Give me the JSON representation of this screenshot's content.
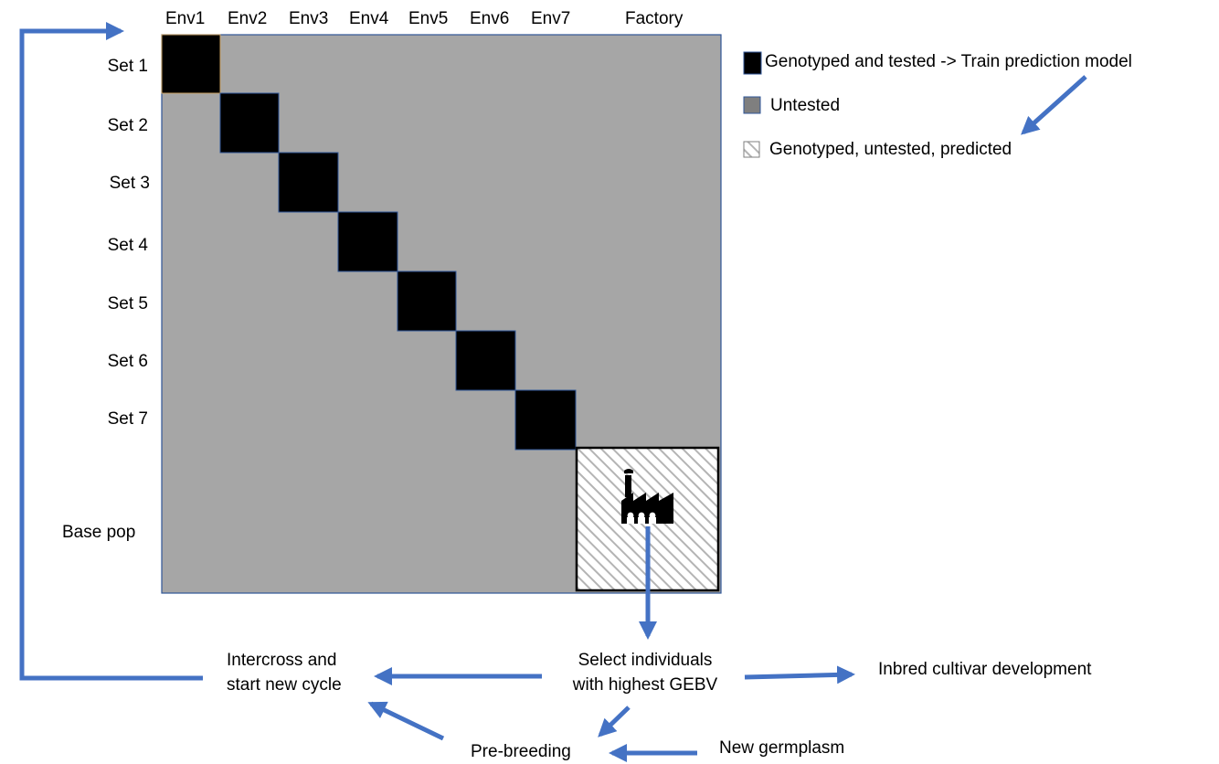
{
  "columns": [
    "Env1",
    "Env2",
    "Env3",
    "Env4",
    "Env5",
    "Env6",
    "Env7",
    "Factory"
  ],
  "rows": [
    "Set 1",
    "Set 2",
    "Set 3",
    "Set 4",
    "Set 5",
    "Set 6",
    "Set 7",
    "Base pop"
  ],
  "legend": {
    "tested": "Genotyped and tested ->  Train prediction model",
    "untested": "Untested",
    "predicted": "Genotyped, untested, predicted"
  },
  "flow": {
    "select": [
      "Select individuals",
      "with highest GEBV"
    ],
    "intercross": [
      "Intercross and",
      "start new cycle"
    ],
    "inbred": "Inbred cultivar development",
    "prebreeding": "Pre-breeding",
    "germplasm": "New germplasm"
  },
  "colors": {
    "arrow": "#4472C4",
    "matrix_fill": "#A6A6A6",
    "tested_cell": "#000000",
    "untested_swatch": "#7F7F7F",
    "border": "#2F5597"
  },
  "icons": {
    "factory": "factory-icon"
  }
}
